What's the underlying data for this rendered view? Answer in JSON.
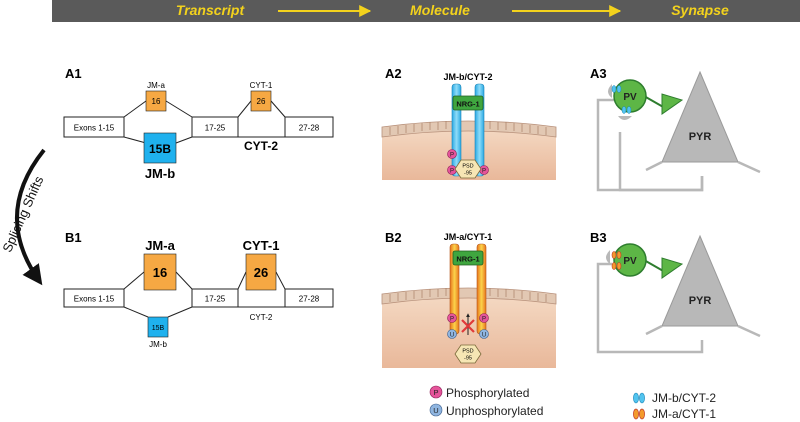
{
  "header": {
    "stage_1": "Transcript",
    "stage_2": "Molecule",
    "stage_3": "Synapse"
  },
  "colors": {
    "header_bg": "#5a5a5a",
    "header_text": "#f3d21c",
    "orange_exon": "#f6a843",
    "blue_exon": "#1fb1ee",
    "receptor_blue": "#52c4ef",
    "receptor_orange": "#f39a2c",
    "nrg_green": "#3fa63f",
    "psd_fill": "#f6e6b4",
    "phos_pink": "#e5549a",
    "unphos_blue": "#8fb5e0",
    "pv_green": "#5db646",
    "pyr_gray": "#b8b8b8"
  },
  "side_label": "Splicing Shifts",
  "panels": {
    "a1": "A1",
    "a2": "A2",
    "a3": "A3",
    "b1": "B1",
    "b2": "B2",
    "b3": "B3"
  },
  "transcript_a": {
    "exons_1_15": "Exons 1-15",
    "jm_a_label": "JM-a",
    "exon_16": "16",
    "exon_15b": "15B",
    "jm_b_label": "JM-b",
    "exons_17_25": "17-25",
    "cyt1_label": "CYT-1",
    "exon_26": "26",
    "cyt2_label": "CYT-2",
    "exons_27_28": "27-28"
  },
  "transcript_b": {
    "exons_1_15": "Exons 1-15",
    "jm_a_label": "JM-a",
    "exon_16": "16",
    "exon_15b": "15B",
    "jm_b_label": "JM-b",
    "exons_17_25": "17-25",
    "cyt1_label": "CYT-1",
    "exon_26": "26",
    "cyt2_label": "CYT-2",
    "exons_27_28": "27-28"
  },
  "molecule_a": {
    "title": "JM-b/CYT-2",
    "nrg": "NRG-1",
    "psd_line1": "PSD",
    "psd_line2": "-95",
    "p": "P"
  },
  "molecule_b": {
    "title": "JM-a/CYT-1",
    "nrg": "NRG-1",
    "psd_line1": "PSD",
    "psd_line2": "-95",
    "p": "P",
    "u": "U"
  },
  "synapse": {
    "pv": "PV",
    "pyr": "PYR"
  },
  "legend": {
    "phosphorylated": "Phosphorylated",
    "unphosphorylated": "Unphosphorylated",
    "p_symbol": "P",
    "u_symbol": "U",
    "jmb_cyt2": "JM-b/CYT-2",
    "jma_cyt1": "JM-a/CYT-1"
  }
}
